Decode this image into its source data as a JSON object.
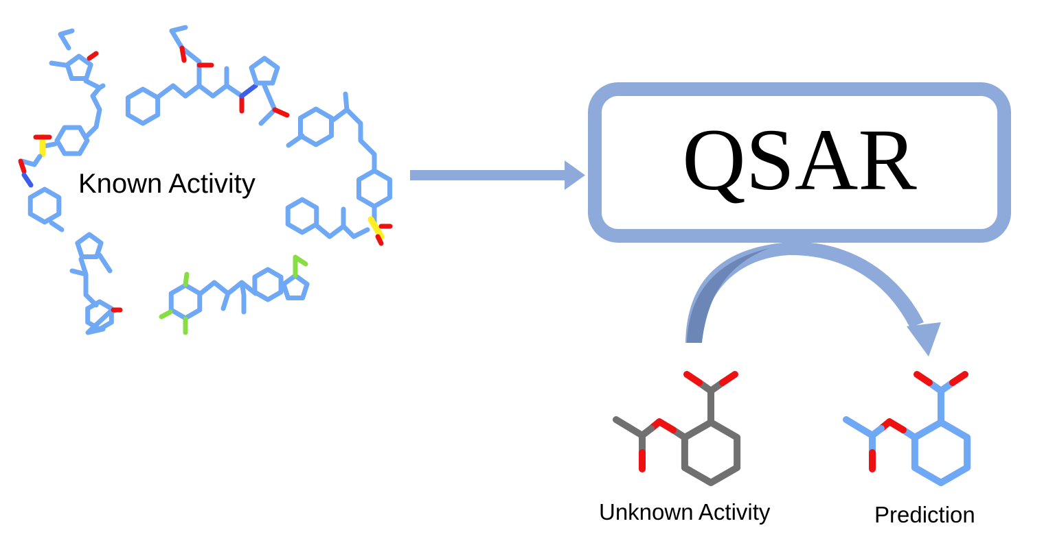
{
  "labels": {
    "known_activity": "Known Activity",
    "model": "QSAR",
    "unknown_activity": "Unknown Activity",
    "prediction": "Prediction"
  },
  "colors": {
    "arrow": "#8eaadb",
    "carbon_known": "#6fa8f5",
    "nitrogen": "#3f5ee8",
    "oxygen": "#ee1111",
    "sulfur": "#ffee22",
    "fluorine": "#88dd44",
    "carbon_unknown": "#707070"
  }
}
